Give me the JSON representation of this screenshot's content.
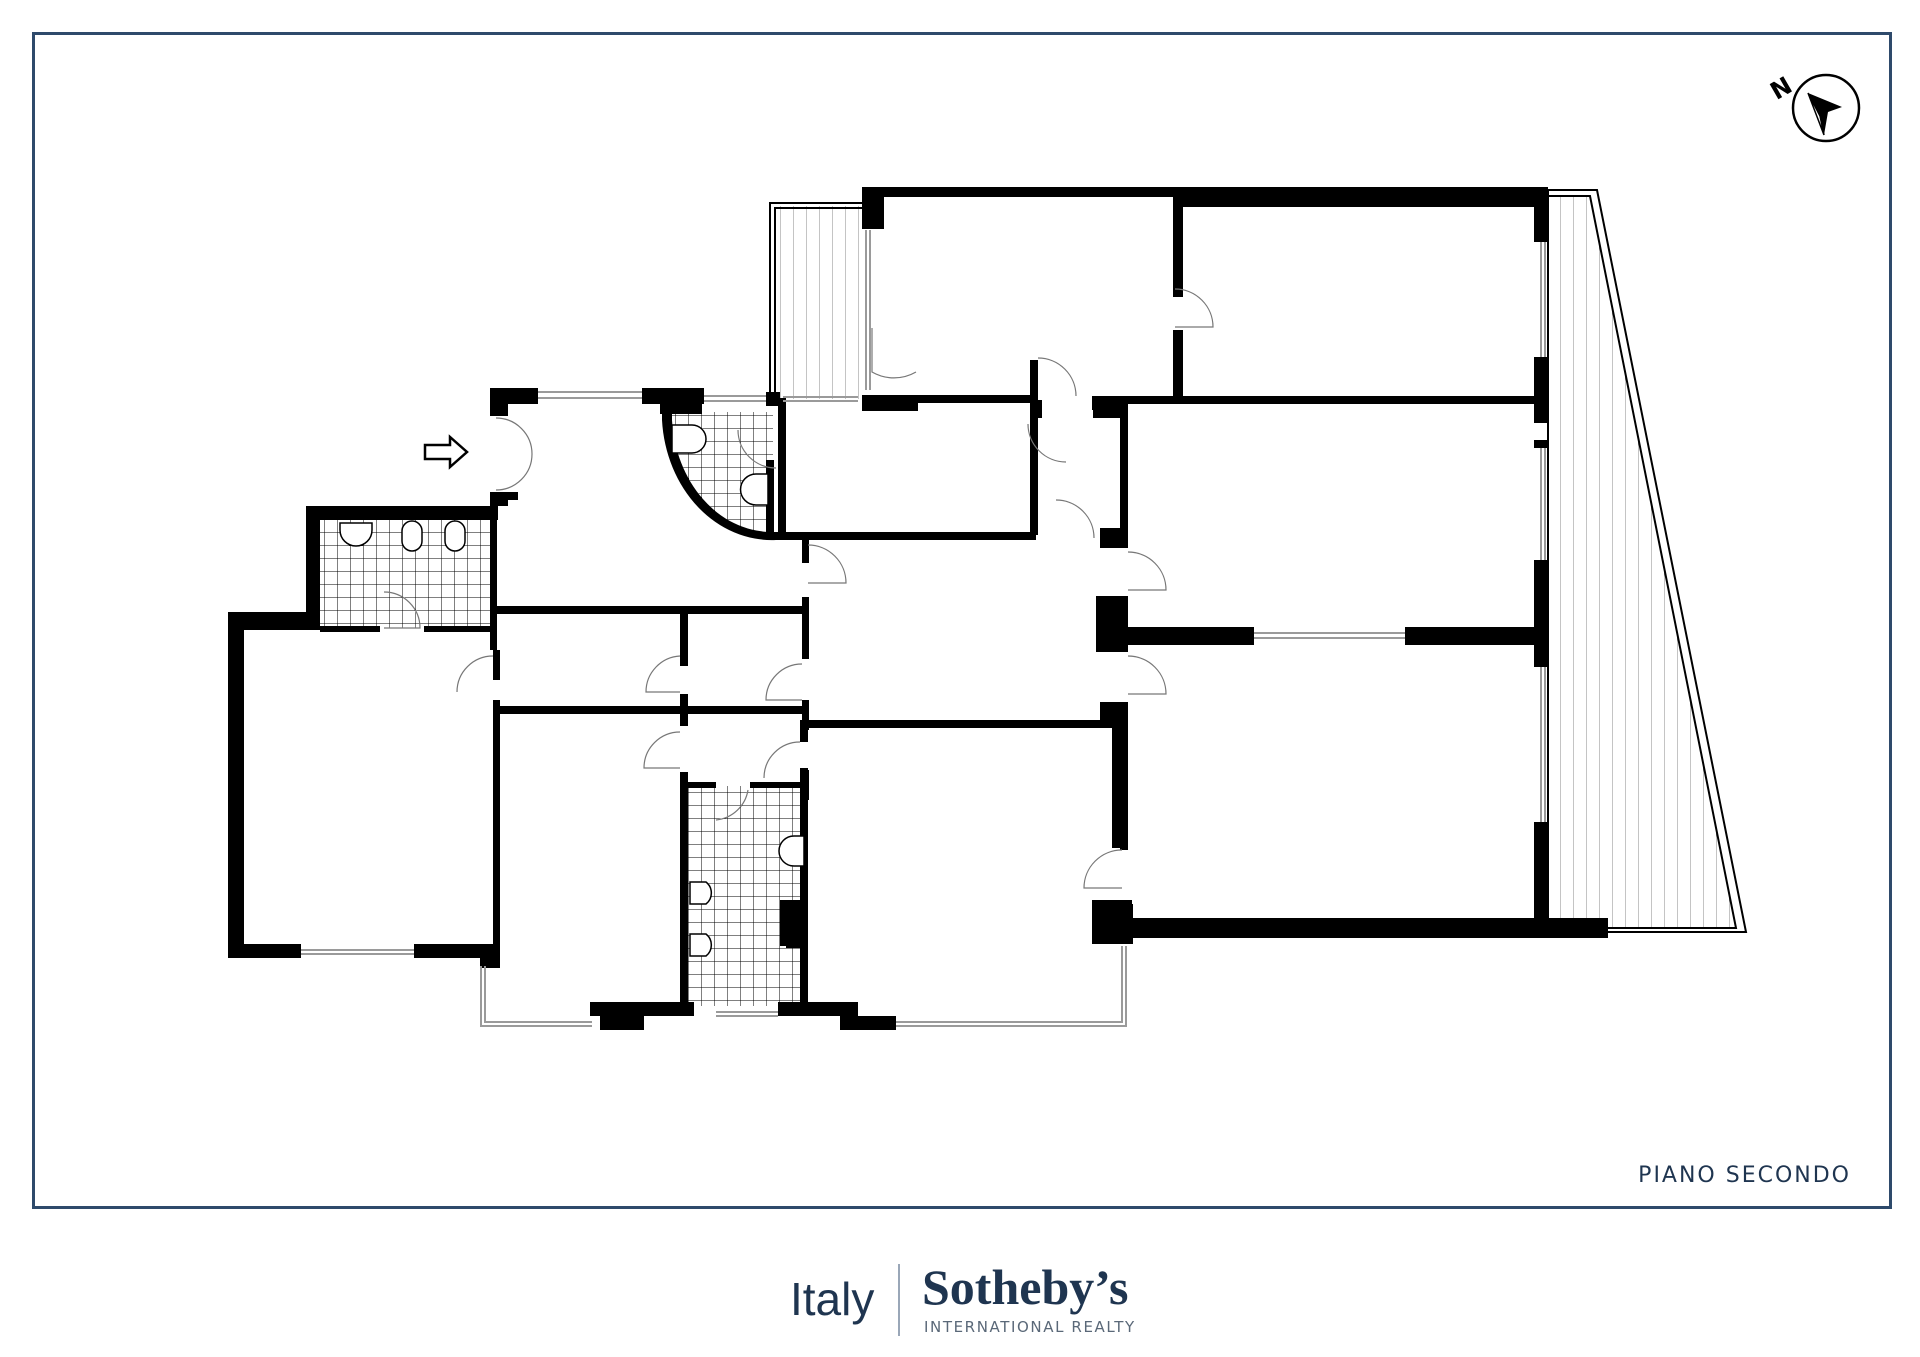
{
  "floor_plan": {
    "floor_label": "PIANO SECONDO",
    "entrance_marker": "entrance-arrow",
    "compass": {
      "label": "N",
      "icon": "north-arrow-icon"
    },
    "colors": {
      "wall": "#000000",
      "frame": "#2e4a6b",
      "label": "#1f3550",
      "window": "#9a9a9a"
    },
    "rooms": [
      {
        "id": "entrance-hall"
      },
      {
        "id": "bathroom-1"
      },
      {
        "id": "bathroom-2-curved"
      },
      {
        "id": "bathroom-3"
      },
      {
        "id": "room-west"
      },
      {
        "id": "room-south-center"
      },
      {
        "id": "room-north-1"
      },
      {
        "id": "room-north-2"
      },
      {
        "id": "room-east-1"
      },
      {
        "id": "room-east-2"
      },
      {
        "id": "living-room-south"
      },
      {
        "id": "central-hall"
      },
      {
        "id": "corridor-rooms"
      },
      {
        "id": "balcony-north"
      },
      {
        "id": "terrace-east"
      }
    ]
  },
  "branding": {
    "region": "Italy",
    "brand": "Sotheby’s",
    "subtitle": "INTERNATIONAL REALTY"
  }
}
